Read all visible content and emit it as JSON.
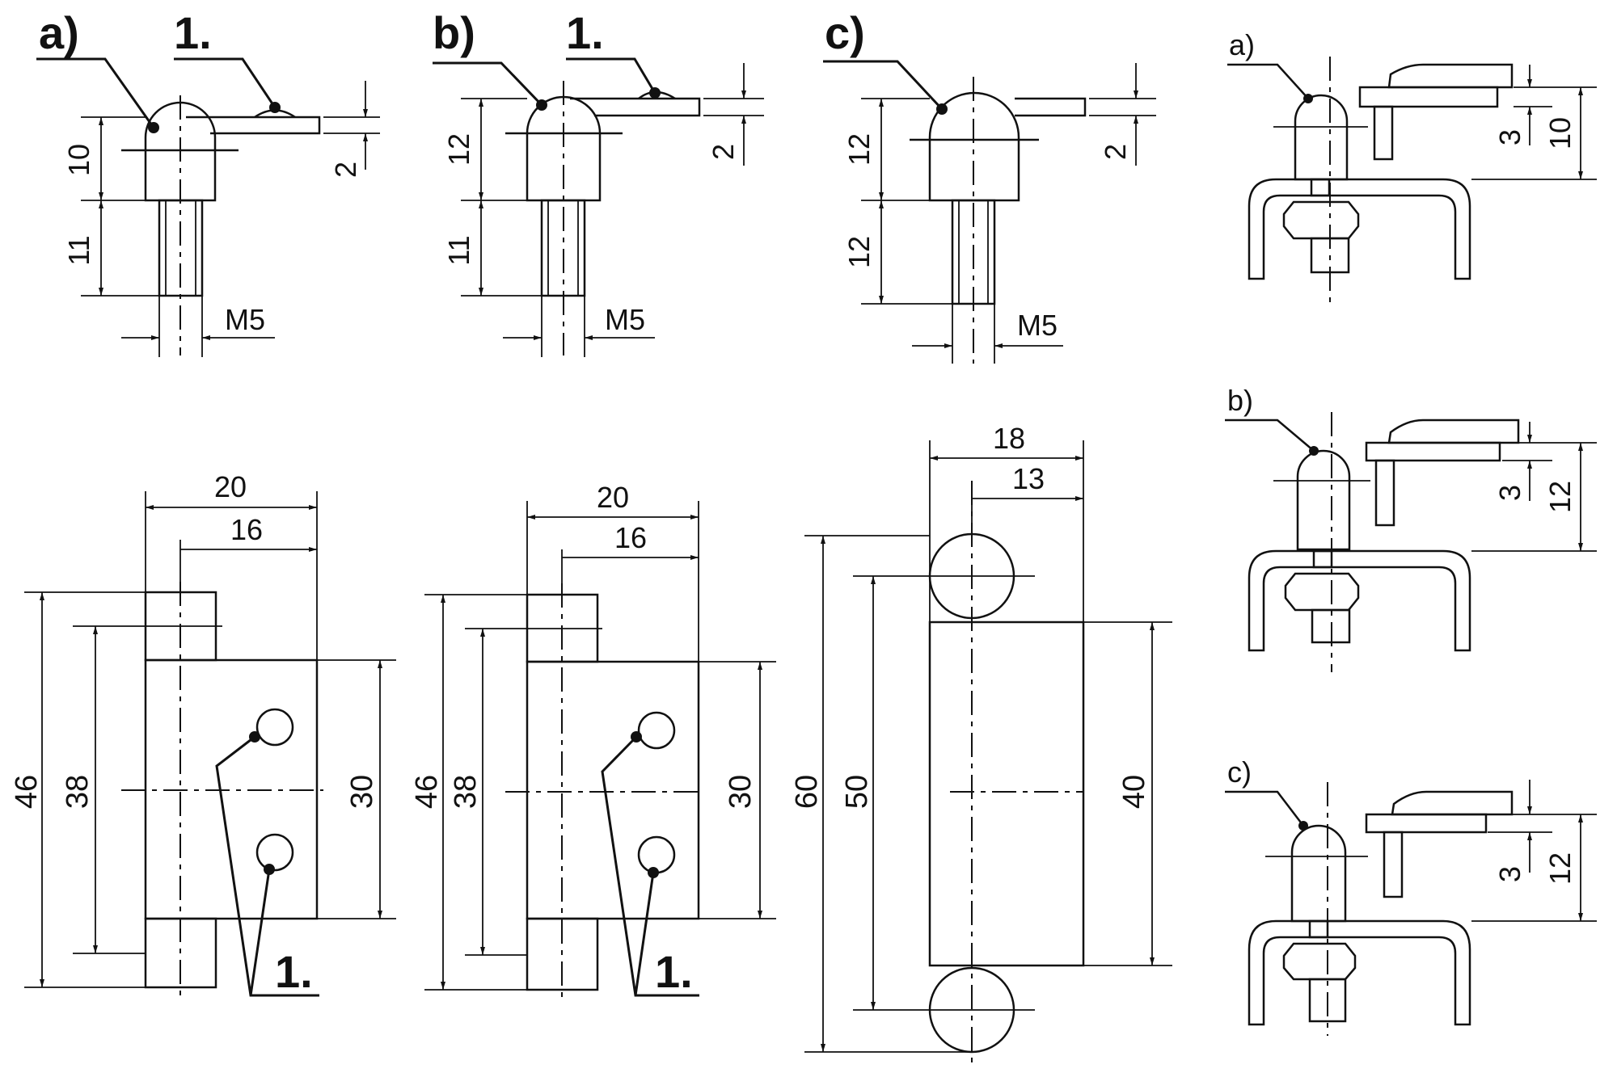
{
  "views": {
    "a": {
      "label": "a)",
      "callout": "1.",
      "d_head": "10",
      "d_shank": "11",
      "d_plate": "2",
      "thread": "M5",
      "w_total": "20",
      "w_inner": "16",
      "h_total": "46",
      "h_holes": "38",
      "h_body": "30",
      "callout_bottom": "1."
    },
    "b": {
      "label": "b)",
      "callout": "1.",
      "d_head": "12",
      "d_shank": "11",
      "d_plate": "2",
      "thread": "M5",
      "w_total": "20",
      "w_inner": "16",
      "h_total": "46",
      "h_holes": "38",
      "h_body": "30",
      "callout_bottom": "1."
    },
    "c": {
      "label": "c)",
      "d_head": "12",
      "d_shank": "12",
      "d_plate": "2",
      "thread": "M5",
      "w_total": "18",
      "w_inner": "13",
      "h_total": "60",
      "h_holes": "50",
      "h_body": "40"
    }
  },
  "sections": {
    "a": {
      "label": "a)",
      "d_gap": "3",
      "d_total": "10"
    },
    "b": {
      "label": "b)",
      "d_gap": "3",
      "d_total": "12"
    },
    "c": {
      "label": "c)",
      "d_gap": "3",
      "d_total": "12"
    }
  }
}
